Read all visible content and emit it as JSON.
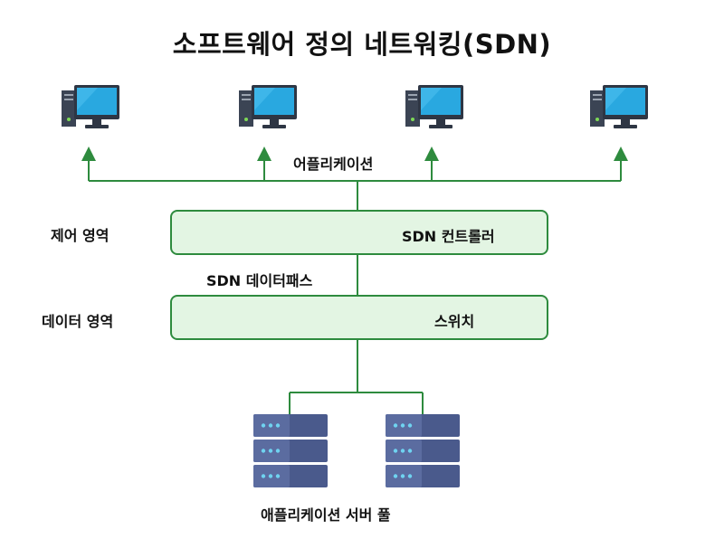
{
  "title": "소프트웨어 정의 네트워킹(SDN)",
  "application_label": "어플리케이션",
  "control_plane_label": "제어 영역",
  "controller_label": "SDN 컨트롤러",
  "datapath_label": "SDN 데이터패스",
  "data_plane_label": "데이터 영역",
  "switch_label": "스위치",
  "server_pool_label": "애플리케이션 서버 풀",
  "icons": [
    "desktop-computer-icon",
    "server-rack-icon"
  ],
  "colors": {
    "line": "#2e8b3e",
    "box_fill": "#e3f5e3",
    "monitor_screen": "#29a8e0",
    "server_body": "#4a5a8c"
  }
}
